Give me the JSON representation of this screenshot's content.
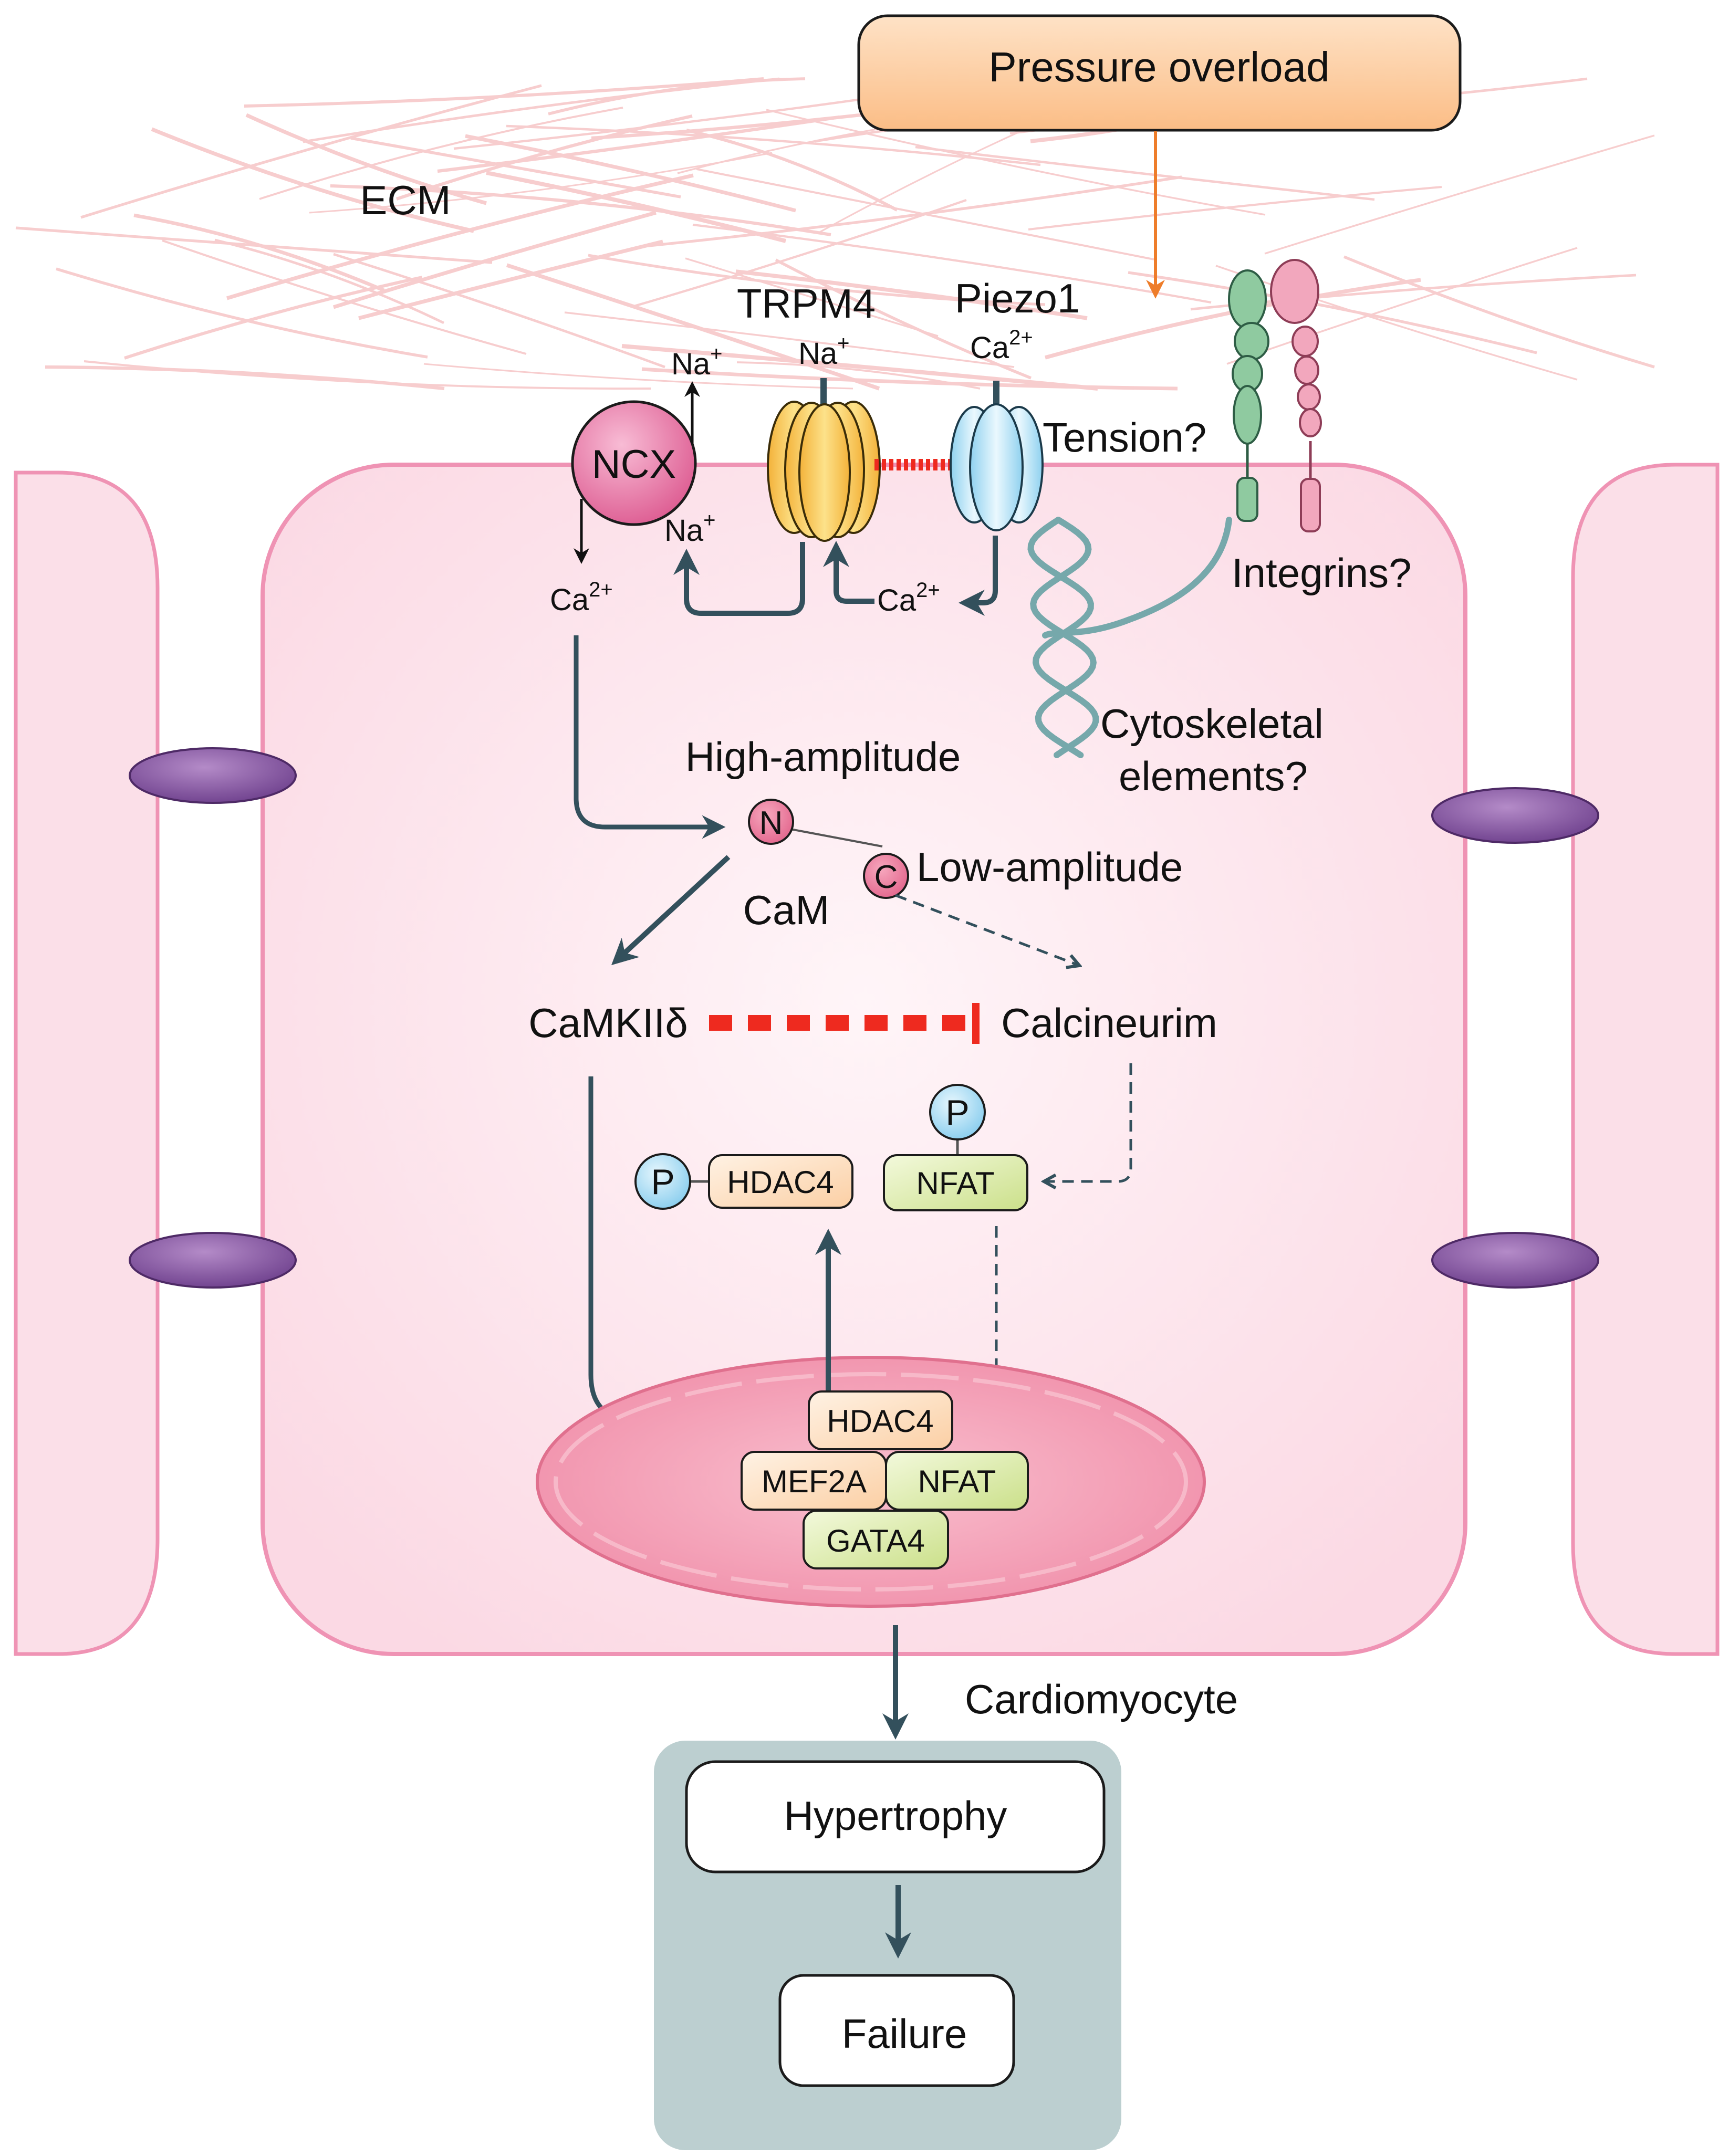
{
  "colors": {
    "cell_fill": "#fbdfe8",
    "cell_stroke": "#ef93b4",
    "pressure_box": "#fdd0a6",
    "pressure_arrow": "#ee7d2a",
    "dark_arrow": "#33505c",
    "inhibit_red": "#ee2a1f",
    "trpm4": "#f6c445",
    "piezo1": "#bfe6f8",
    "ncx": "#e97aa8",
    "cam_lobe": "#ea7398",
    "phospho": "#a9dcf3",
    "hdac4": "#fde1c8",
    "nfat": "#dbeaa3",
    "junction": "#8a5da1",
    "outcome_panel": "#bccfd0",
    "ecm_fiber": "#f6c5c6",
    "cytoskeleton": "#76a8ab",
    "integrin_green": "#8fcaa0",
    "integrin_pink": "#f2a7bd"
  },
  "labels": {
    "pressure_overload": "Pressure overload",
    "ecm": "ECM",
    "trpm4": "TRPM4",
    "piezo1": "Piezo1",
    "ncx": "NCX",
    "tension": "Tension?",
    "integrins": "Integrins?",
    "cytoskeletal_line1": "Cytoskeletal",
    "cytoskeletal_line2": "elements?",
    "high_amplitude": "High-amplitude",
    "low_amplitude": "Low-amplitude",
    "cam": "CaM",
    "cam_n": "N",
    "cam_c": "C",
    "camkii": "CaMKIIδ",
    "calcineurin": "Calcineurim",
    "p1": "P",
    "p2": "P",
    "hdac4_cyto": "HDAC4",
    "nfat_cyto": "NFAT",
    "hdac4_nuc": "HDAC4",
    "mef2a": "MEF2A",
    "nfat_nuc": "NFAT",
    "gata4": "GATA4",
    "cardiomyocyte": "Cardiomyocyte",
    "hypertrophy": "Hypertrophy",
    "failure": "Failure"
  },
  "ions": {
    "na_top_ncx": {
      "base": "Na",
      "sup": "+"
    },
    "na_top_trpm4": {
      "base": "Na",
      "sup": "+"
    },
    "ca_top_piezo": {
      "base": "Ca",
      "sup": "2+"
    },
    "na_in_ncx": {
      "base": "Na",
      "sup": "+"
    },
    "ca_out_ncx": {
      "base": "Ca",
      "sup": "2+"
    },
    "ca_in_piezo": {
      "base": "Ca",
      "sup": "2+"
    }
  }
}
